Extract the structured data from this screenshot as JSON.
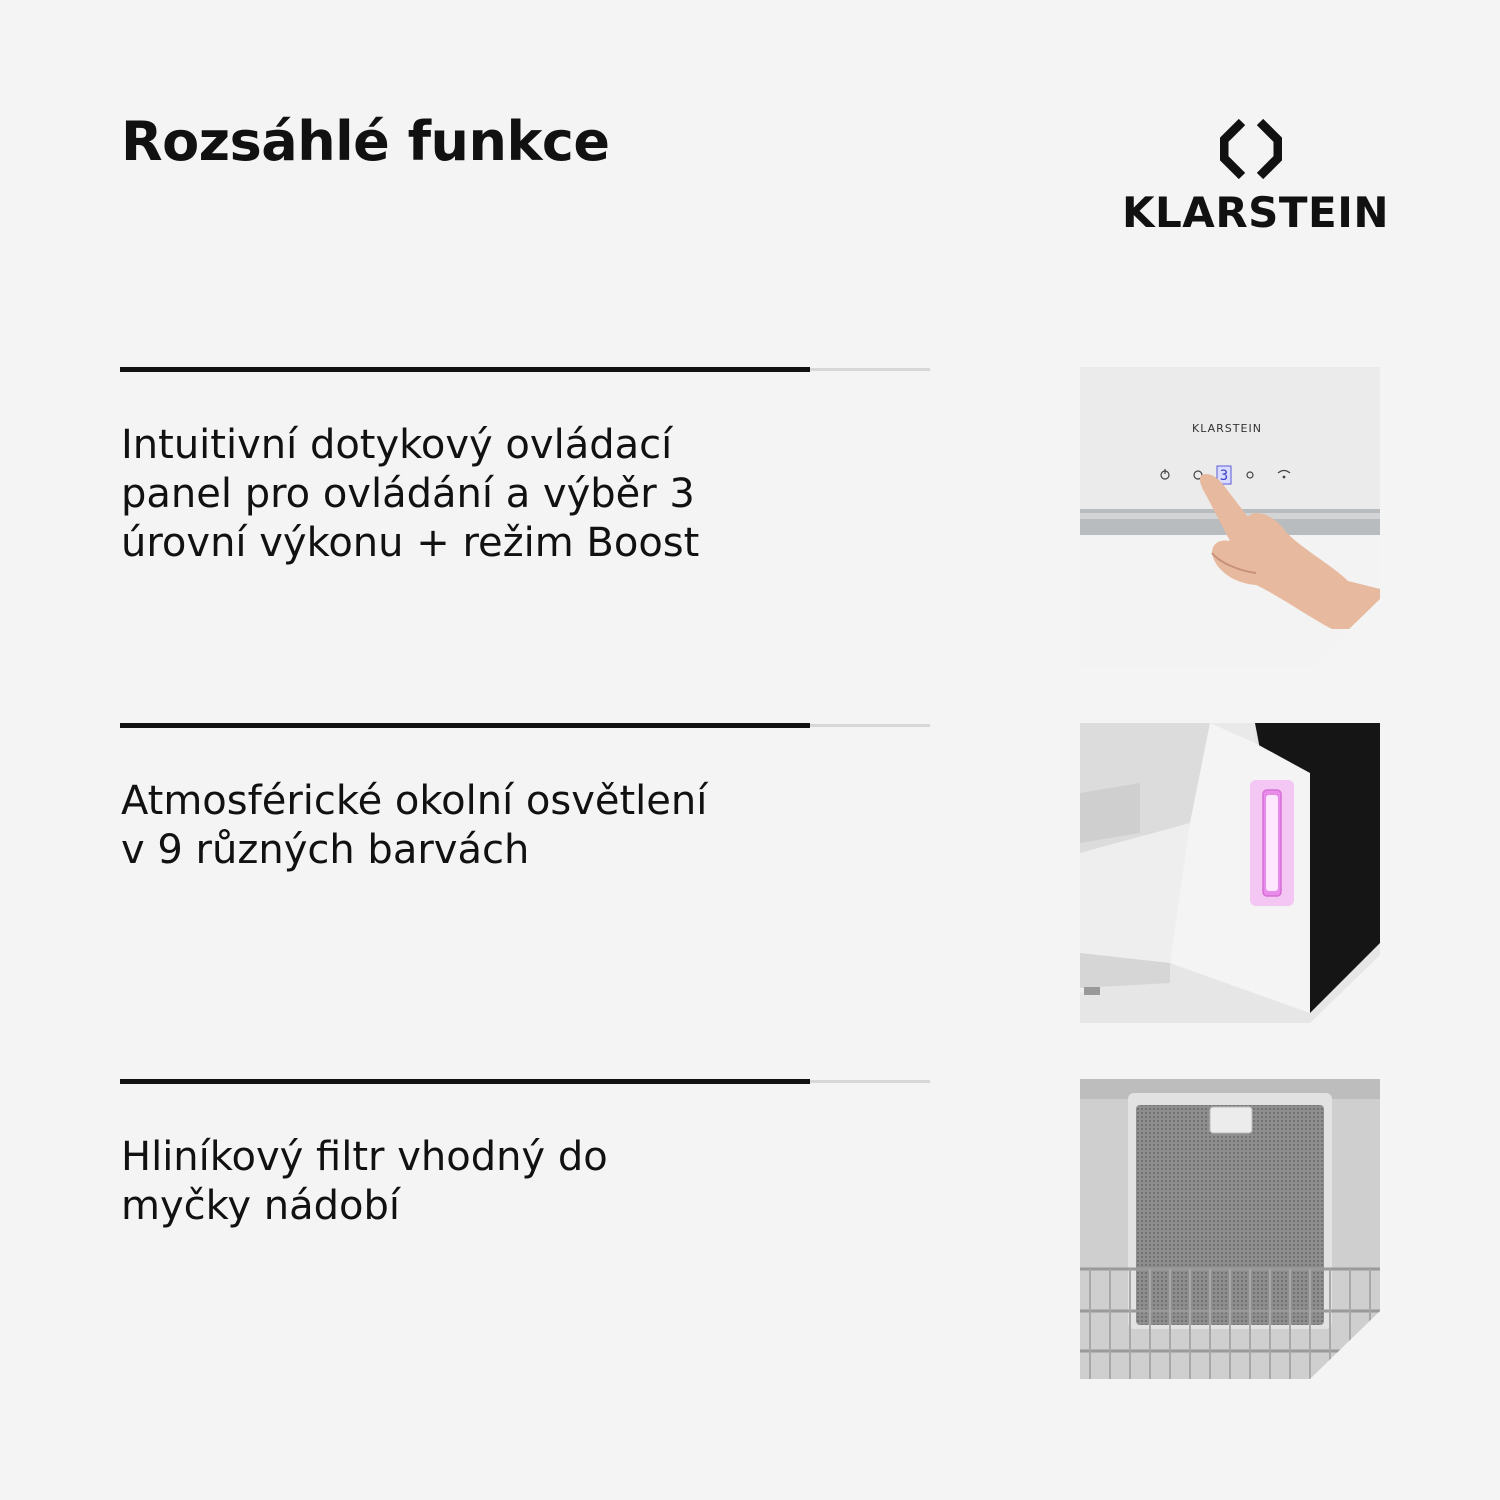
{
  "page": {
    "title": "Rozsáhlé funkce"
  },
  "brand": {
    "name": "KLARSTEIN",
    "icon": "klarstein-logo-icon"
  },
  "features": [
    {
      "text": "Intuitivní dotykový ovládací panel pro ovládání a výběr 3 úrovní výkonu + režim Boost",
      "image": {
        "panel_brand": "KLARSTEIN",
        "display_digit": "3",
        "icons": [
          "power-icon",
          "fan-icon",
          "light-icon",
          "wifi-icon"
        ]
      }
    },
    {
      "text": "Atmosférické okolní osvětlení v 9 různých barvách",
      "image": {
        "accent_color": "#e98ce9"
      }
    },
    {
      "text": "Hliníkový filtr vhodný do myčky nádobí",
      "image": {}
    }
  ],
  "colors": {
    "background": "#f4f4f4",
    "text": "#111111",
    "divider_dark": "#111111",
    "divider_light": "#d7d7d7"
  }
}
